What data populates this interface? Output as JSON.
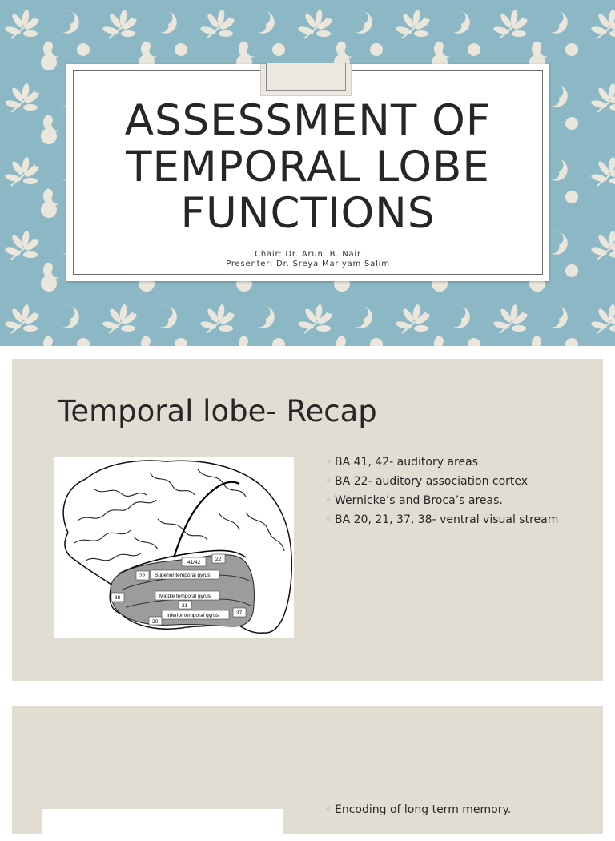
{
  "slide1": {
    "title_line1": "ASSESSMENT OF",
    "title_line2": "TEMPORAL LOBE",
    "title_line3": "FUNCTIONS",
    "chair": "Chair: Dr. Arun. B. Nair",
    "presenter": "Presenter: Dr. Sreya Mariyam Salim",
    "colors": {
      "background": "#8bb8c4",
      "pattern": "#ebe6dc"
    }
  },
  "slide2": {
    "heading": "Temporal lobe- Recap",
    "bullets": [
      "BA 41, 42- auditory areas",
      "BA 22- auditory association cortex",
      "Wernicke’s and Broca’s areas.",
      "BA 20, 21, 37, 38- ventral visual stream"
    ],
    "diagram_labels": {
      "superior": "Superior temporal gyrus",
      "middle": "Middle temporal gyrus",
      "inferior": "Inferior temporal gyrus",
      "ba4142": "41/42",
      "ba22a": "22",
      "ba22b": "22",
      "ba38": "38",
      "ba21": "21",
      "ba20": "20",
      "ba37": "37"
    }
  },
  "slide3": {
    "bullets": [
      "Encoding of long term memory."
    ]
  }
}
